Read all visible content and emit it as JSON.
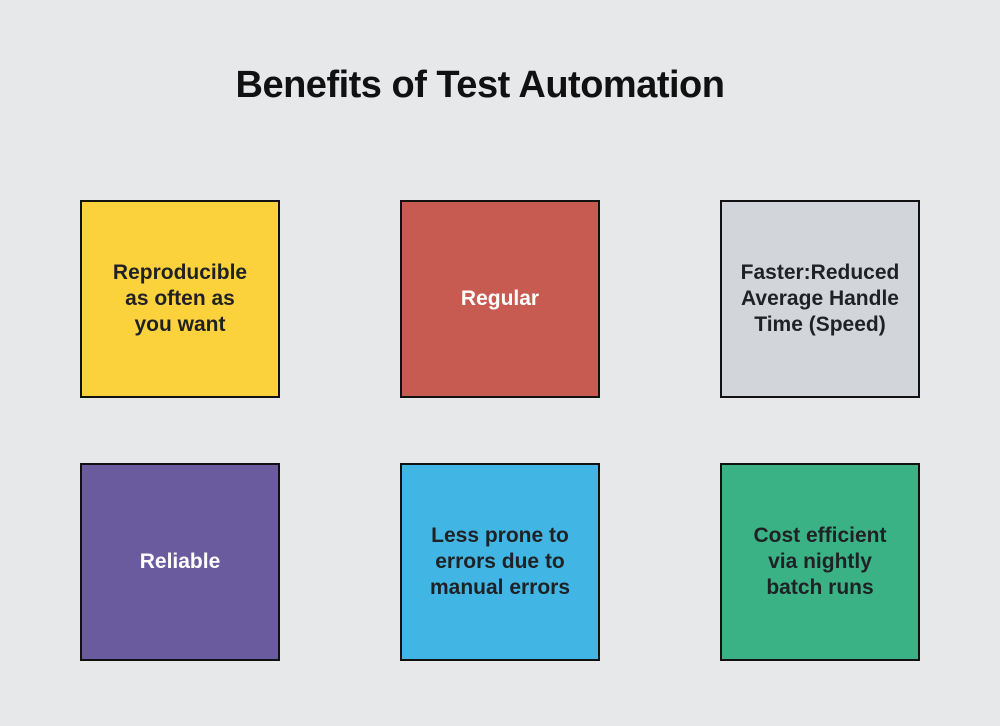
{
  "page": {
    "title": "Benefits of Test Automation",
    "background_color": "#e7e8ea",
    "title_color": "#111111",
    "box_border_color": "#111111"
  },
  "cards": [
    {
      "id": "reproducible",
      "label": "Reproducible\nas often as\nyou want",
      "bg": "#fcd23c",
      "fg": "#1f2124"
    },
    {
      "id": "regular",
      "label": "Regular",
      "bg": "#c75b51",
      "fg": "#ffffff"
    },
    {
      "id": "faster",
      "label": "Faster:Reduced\nAverage Handle\nTime (Speed)",
      "bg": "#d2d6da",
      "fg": "#1f2124"
    },
    {
      "id": "reliable",
      "label": "Reliable",
      "bg": "#6a5b9e",
      "fg": "#ffffff"
    },
    {
      "id": "less-errors",
      "label": "Less prone to\nerrors due to\nmanual errors",
      "bg": "#41b6e4",
      "fg": "#1f2124"
    },
    {
      "id": "cost-efficient",
      "label": "Cost efficient\nvia nightly\nbatch runs",
      "bg": "#3bb286",
      "fg": "#1f2124"
    }
  ]
}
